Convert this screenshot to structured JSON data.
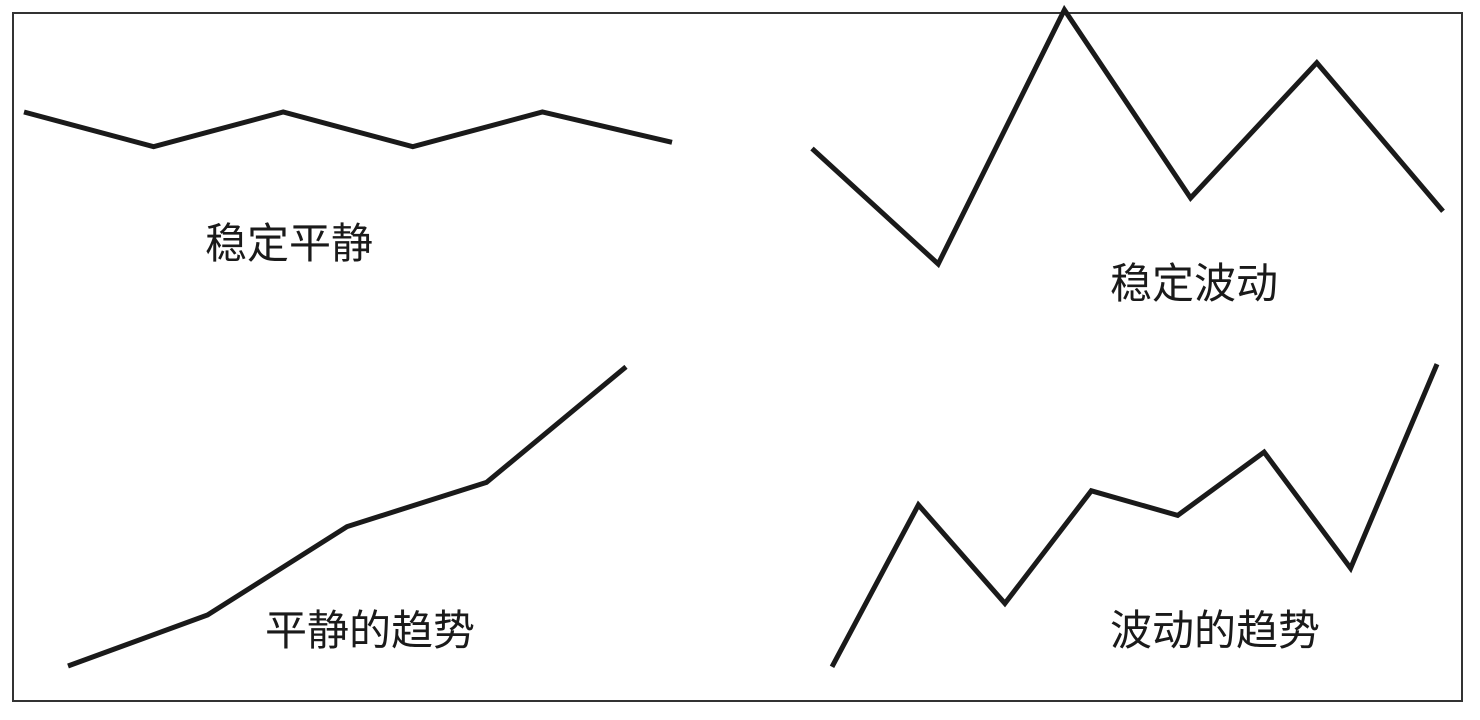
{
  "colors": {
    "line": "#1a1a1a",
    "frame": "#333333",
    "background": "#ffffff"
  },
  "chart_data": [
    {
      "type": "line",
      "label": "稳定平静",
      "x": [
        0,
        1,
        2,
        3,
        4,
        5
      ],
      "values": [
        8.8,
        8.0,
        8.8,
        8.0,
        8.8,
        8.1
      ]
    },
    {
      "type": "line",
      "label": "稳定波动",
      "x": [
        0,
        1,
        2,
        3,
        4,
        5
      ],
      "values": [
        5.5,
        2.0,
        9.7,
        4.0,
        8.1,
        3.6
      ]
    },
    {
      "type": "line",
      "label": "平静的趋势",
      "x": [
        0,
        1,
        2,
        3,
        4
      ],
      "values": [
        1.0,
        2.5,
        5.1,
        6.4,
        9.8
      ]
    },
    {
      "type": "line",
      "label": "波动的趋势",
      "x": [
        0,
        1,
        2,
        3,
        4,
        5,
        6,
        7
      ],
      "values": [
        1.0,
        5.6,
        2.8,
        6.0,
        5.3,
        7.1,
        3.8,
        9.6
      ]
    }
  ]
}
